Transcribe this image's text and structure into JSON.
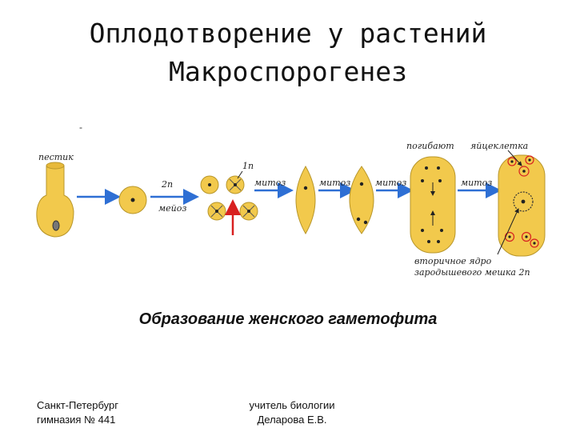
{
  "title_line1": "Оплодотворение у растений",
  "title_line2": "Макроспорогенез",
  "dash": "-",
  "diagram": {
    "pestik": "пестик",
    "two_n": "2n",
    "meioz": "мейоз",
    "one_n": "1n",
    "mitoz1": "митоз",
    "mitoz2": "митоз",
    "mitoz3": "митоз",
    "mitoz4": "митоз",
    "pogibayut": "погибают",
    "egg_cell": "яйцеклетка",
    "secondary_nucleus_1": "вторичное ядро",
    "secondary_nucleus_2": "зародышевого мешка 2n",
    "colors": {
      "cell": "#f2c94c",
      "outline": "#9a7a1a",
      "arrow": "#2e6fd4",
      "red_arrow": "#d82020"
    }
  },
  "caption": "Образование женского гаметофита",
  "footer_left_1": "Санкт-Петербург",
  "footer_left_2": "гимназия № 441",
  "footer_right_1": "учитель биологии",
  "footer_right_2": "Деларова Е.В."
}
